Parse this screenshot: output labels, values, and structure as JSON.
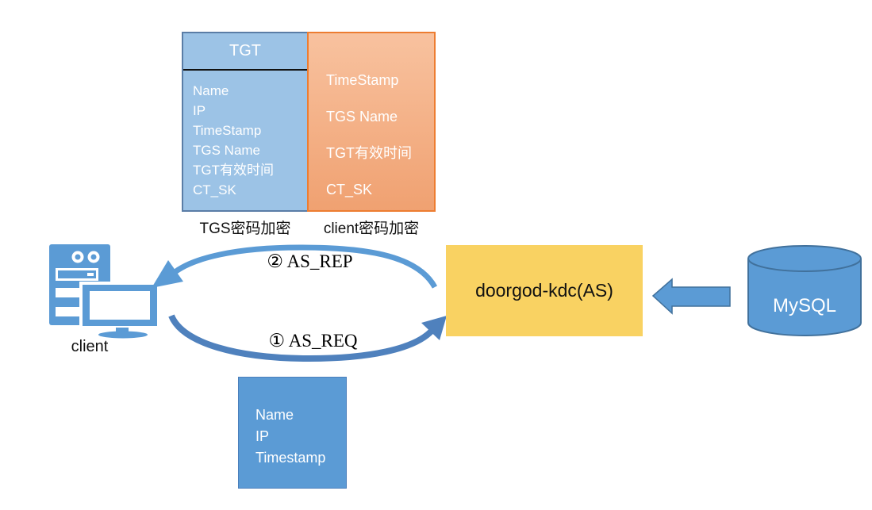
{
  "tgt_box": {
    "title": "TGT",
    "fields": [
      "Name",
      "IP",
      "TimeStamp",
      "TGS Name",
      "TGT有效时间",
      "CT_SK"
    ],
    "caption": "TGS密码加密"
  },
  "client_enc_box": {
    "fields": [
      "TimeStamp",
      "TGS Name",
      "TGT有效时间",
      "CT_SK"
    ],
    "caption": "client密码加密"
  },
  "client": {
    "label": "client"
  },
  "kdc": {
    "label": "doorgod-kdc(AS)"
  },
  "database": {
    "label": "MySQL"
  },
  "flows": {
    "as_rep": "② AS_REP",
    "as_req": "① AS_REQ"
  },
  "as_req_payload": {
    "fields": [
      "Name",
      "IP",
      "Timestamp"
    ]
  },
  "colors": {
    "primary_blue": "#5b9bd5",
    "dark_blue_border": "#41719c",
    "arc_blue": "#4f81bd",
    "light_blue_fill": "#9cc3e6",
    "light_blue_border": "#5a7da6",
    "orange_fill": "#f4b183",
    "orange_border": "#ed7d31",
    "yellow_fill": "#f9d262",
    "text_white": "#ffffff",
    "text_black": "#111111"
  }
}
